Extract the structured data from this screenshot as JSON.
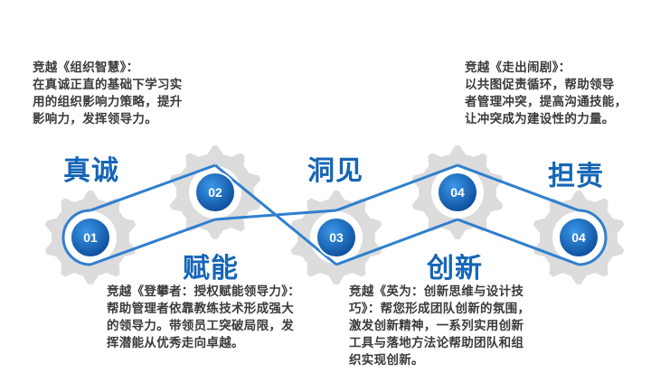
{
  "descriptions": {
    "top_left": "竞越《组织智慧》：\n在真诚正直的基础下学习实\n用的组织影响力策略，提升\n影响力，发挥领导力。",
    "top_right": "竞越《走出闹剧》：\n以共图促责循环，帮助领导\n者管理冲突，提高沟通技能，\n让冲突成为建设性的力量。",
    "bottom_left": "竞越《登攀者：授权赋能领导力》：\n帮助管理者依靠教练技术形成强大\n的领导力。带领员工突破局限，发\n挥潜能从优秀走向卓越。",
    "bottom_right": "竞越《英为：创新思维与设计技\n巧》：帮您形成团队创新的氛围，\n激发创新精神，一系列实用创新\n工具与落地方法论帮助团队和组\n织实现创新。"
  },
  "keywords": {
    "zhencheng": "真诚",
    "dongjian": "洞见",
    "danze": "担责",
    "funeng": "赋能",
    "chuangxin": "创新"
  },
  "gears": [
    {
      "label": "01"
    },
    {
      "label": "02"
    },
    {
      "label": "03"
    },
    {
      "label": "04"
    },
    {
      "label": "04"
    }
  ],
  "colors": {
    "keyword": "#1565b5",
    "belt": "#2f7fd0",
    "gear": "#dcdcdc",
    "badge_dark": "#0b4f9c",
    "badge_light": "#2a86dc"
  }
}
